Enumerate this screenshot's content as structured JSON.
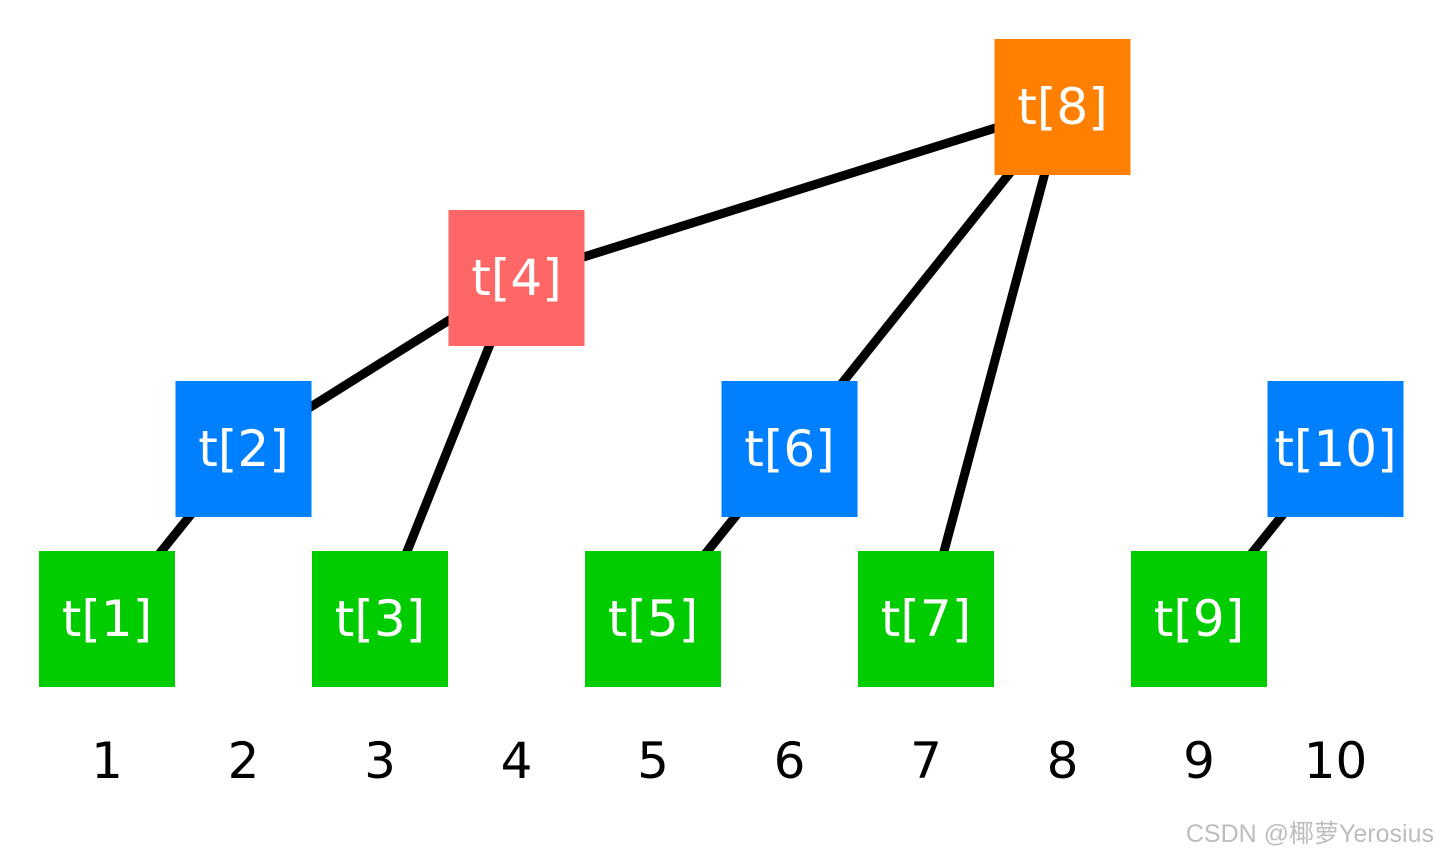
{
  "colors": {
    "leaf": "#00CC00",
    "level2": "#0080FF",
    "level3": "#FF6666",
    "level4": "#FF8000",
    "edge": "#000000",
    "text": "#FFFFFF"
  },
  "nodes": [
    {
      "id": 1,
      "label": "t[1]",
      "color_key": "leaf"
    },
    {
      "id": 2,
      "label": "t[2]",
      "color_key": "level2"
    },
    {
      "id": 3,
      "label": "t[3]",
      "color_key": "leaf"
    },
    {
      "id": 4,
      "label": "t[4]",
      "color_key": "level3"
    },
    {
      "id": 5,
      "label": "t[5]",
      "color_key": "leaf"
    },
    {
      "id": 6,
      "label": "t[6]",
      "color_key": "level2"
    },
    {
      "id": 7,
      "label": "t[7]",
      "color_key": "leaf"
    },
    {
      "id": 8,
      "label": "t[8]",
      "color_key": "level4"
    },
    {
      "id": 9,
      "label": "t[9]",
      "color_key": "leaf"
    },
    {
      "id": 10,
      "label": "t[10]",
      "color_key": "level2"
    }
  ],
  "edges": [
    {
      "from": 1,
      "to": 2
    },
    {
      "from": 2,
      "to": 4
    },
    {
      "from": 3,
      "to": 4
    },
    {
      "from": 4,
      "to": 8
    },
    {
      "from": 5,
      "to": 6
    },
    {
      "from": 6,
      "to": 8
    },
    {
      "from": 7,
      "to": 8
    },
    {
      "from": 9,
      "to": 10
    }
  ],
  "index_labels": [
    "1",
    "2",
    "3",
    "4",
    "5",
    "6",
    "7",
    "8",
    "9",
    "10"
  ],
  "watermark": "CSDN @椰萝Yerosius"
}
